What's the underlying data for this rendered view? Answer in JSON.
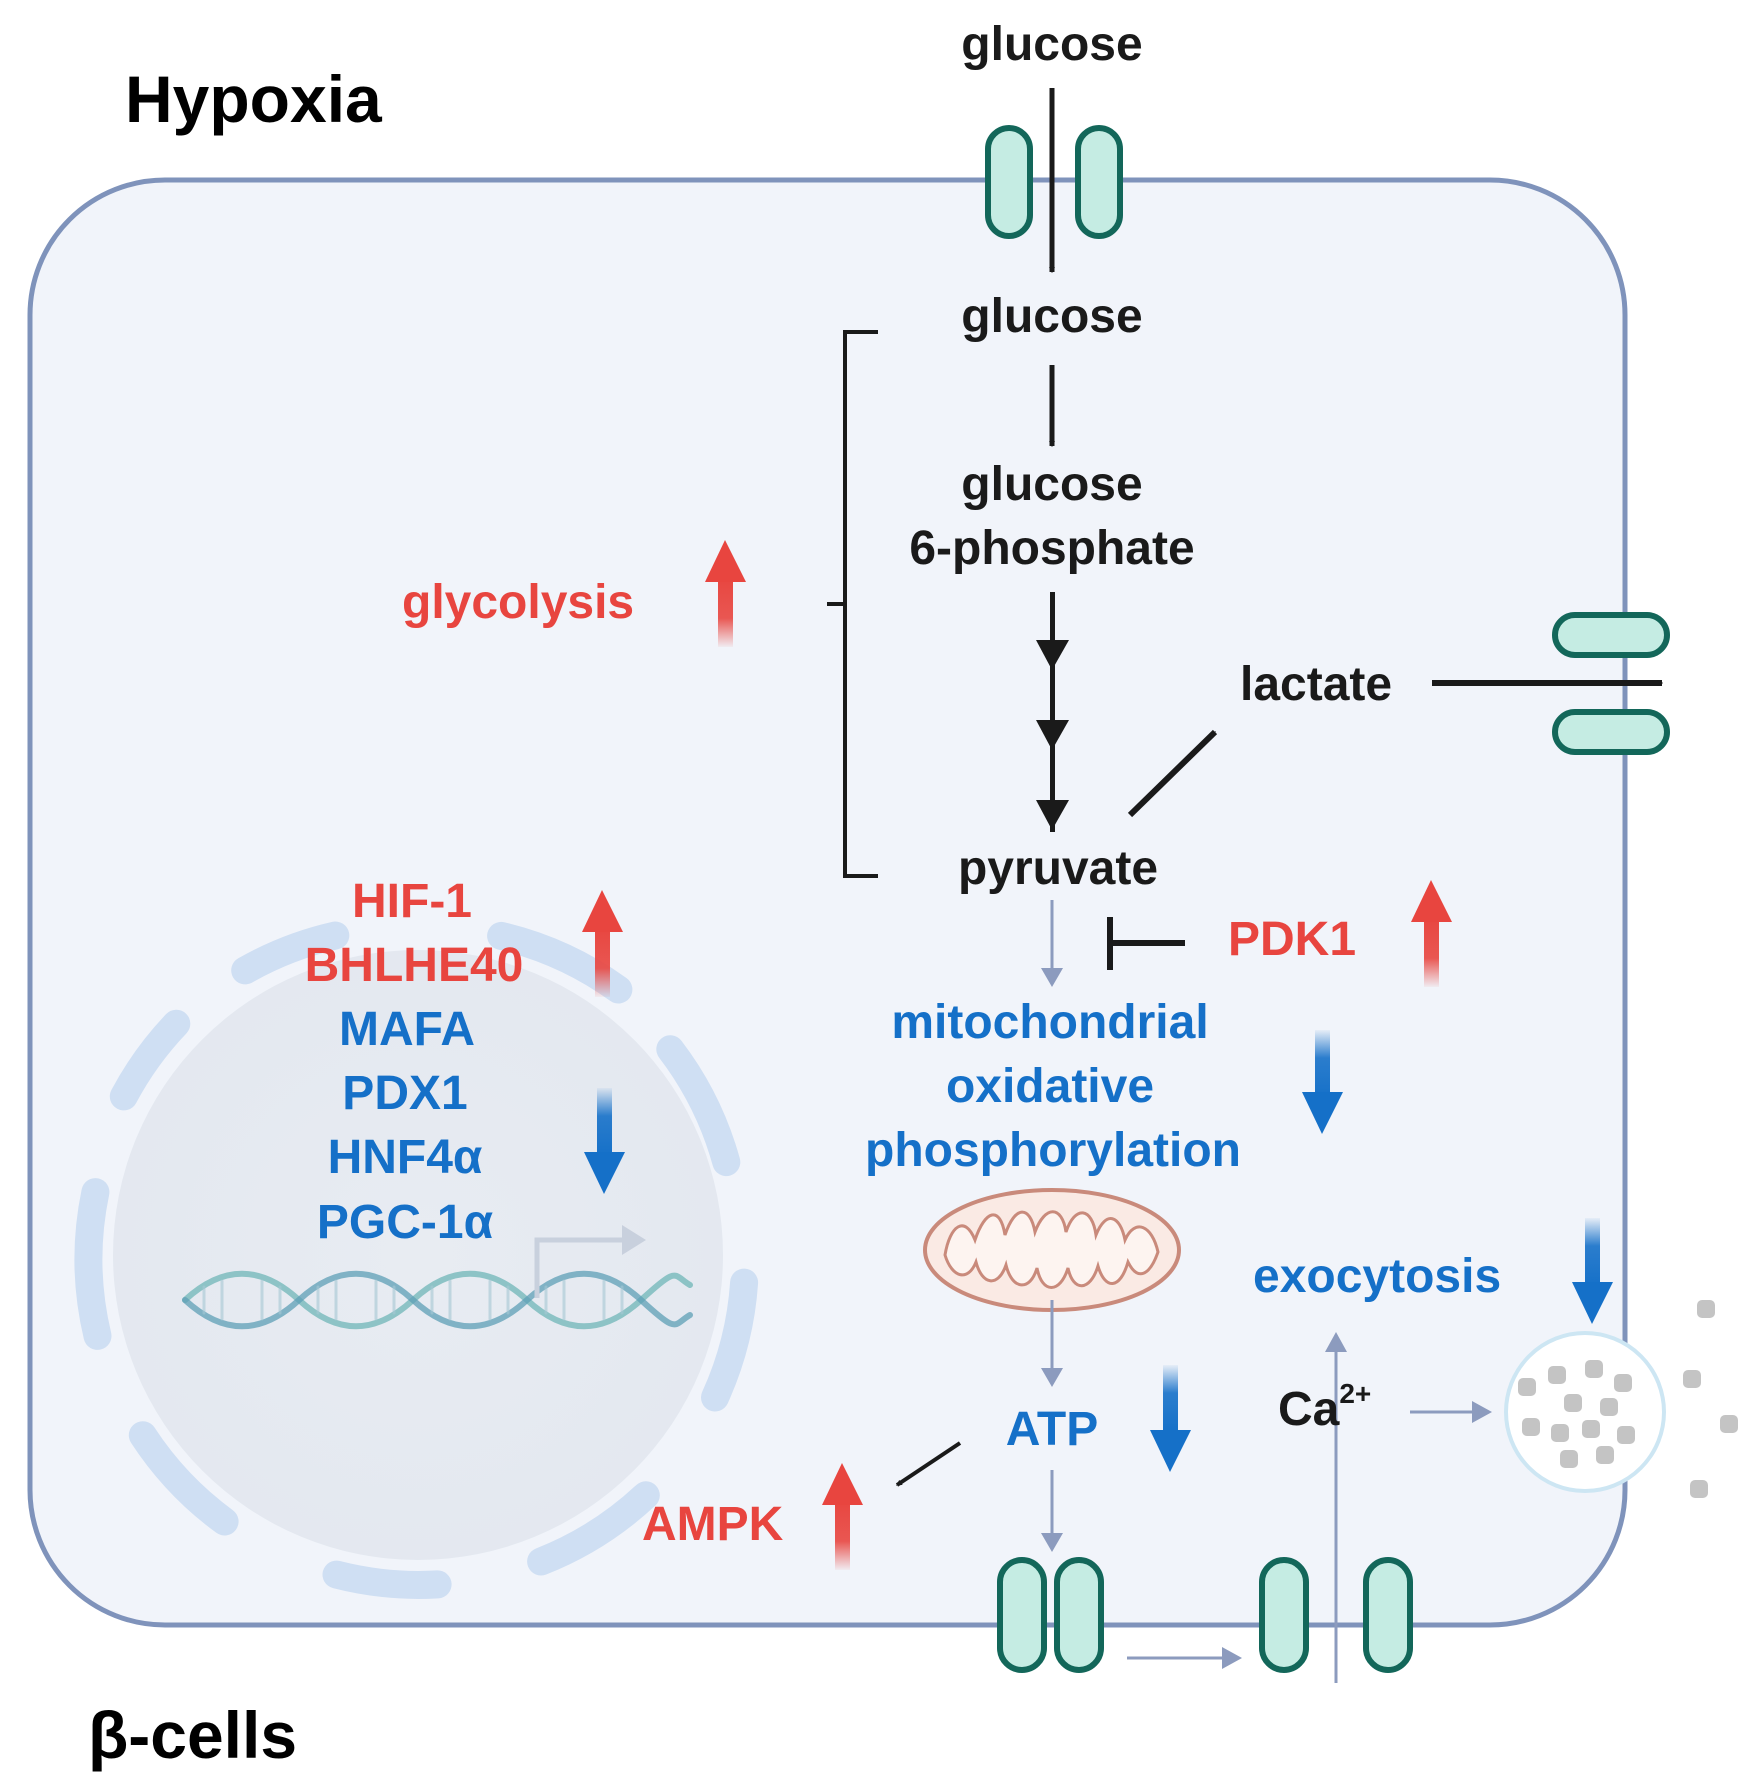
{
  "title": "Hypoxia",
  "cell_label": "β-cells",
  "colors": {
    "up": "#e8453f",
    "down": "#1570c8",
    "black": "#1a1a1a",
    "pale_arrow": "#8c9bbe",
    "membrane": "#7f93bb",
    "cytoplasm": "#f1f4fa",
    "channel_fill": "#c5ece3",
    "channel_stroke": "#13675a"
  },
  "pathway": {
    "glucose_outside": "glucose",
    "glucose_inside": "glucose",
    "g6p_line1": "glucose",
    "g6p_line2": "6-phosphate",
    "pyruvate": "pyruvate",
    "lactate": "lactate"
  },
  "glycolysis": "glycolysis",
  "pdk1": "PDK1",
  "oxphos": [
    "mitochondrial",
    "oxidative",
    "phosphorylation"
  ],
  "atp": "ATP",
  "ampk": "AMPK",
  "exocytosis": "exocytosis",
  "calcium": {
    "base": "Ca",
    "sup": "2+"
  },
  "nucleus_factors": {
    "up": [
      "HIF-1",
      "BHLHE40"
    ],
    "down": [
      "MAFA",
      "PDX1",
      "HNF4α",
      "PGC-1α"
    ]
  }
}
